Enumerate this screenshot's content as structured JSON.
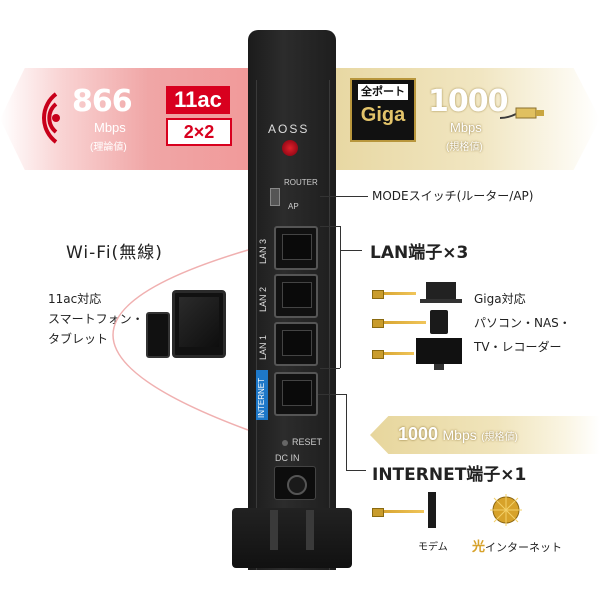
{
  "left_banner": {
    "speed": "866",
    "unit": "Mbps",
    "note": "(理論値)",
    "badge_top": "11ac",
    "badge_bottom": "2×2"
  },
  "right_banner": {
    "badge_top": "全ポート",
    "badge_bottom": "Giga",
    "speed": "1000",
    "unit": "Mbps",
    "note": "(規格値)"
  },
  "router": {
    "aoss_label": "AOSS",
    "mode_top": "ROUTER",
    "mode_bottom": "AP",
    "lan_labels": [
      "LAN 3",
      "LAN 2",
      "LAN 1"
    ],
    "internet_label": "INTERNET",
    "reset_label": "RESET",
    "dc_label": "DC IN"
  },
  "callouts": {
    "mode_switch": "MODEスイッチ(ルーター/AP)",
    "lan_ports": "LAN端子×3",
    "internet_port": "INTERNET端子×1",
    "wifi_title": "Wi-Fi(無線)",
    "wifi_desc": [
      "11ac対応",
      "スマートフォン・",
      "タブレット"
    ],
    "giga_desc": [
      "Giga対応",
      "パソコン・NAS・",
      "TV・レコーダー"
    ],
    "wan_speed": "1000",
    "wan_unit": "Mbps",
    "wan_note": "(規格値)",
    "modem": "モデム",
    "hikari_prefix": "光",
    "hikari_rest": "インターネット"
  }
}
